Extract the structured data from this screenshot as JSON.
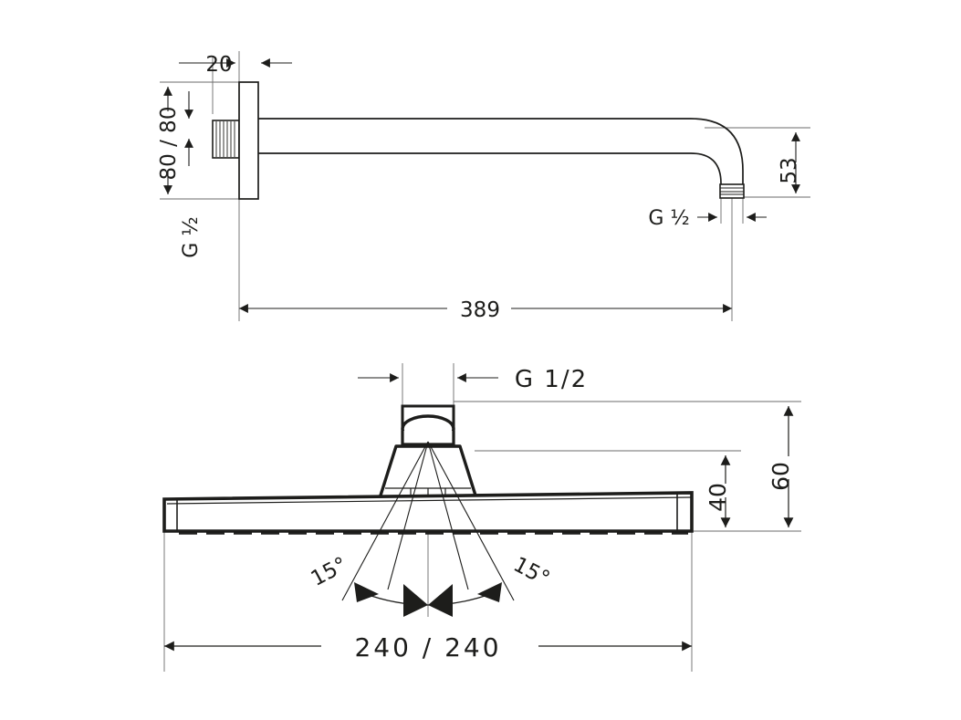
{
  "drawing": {
    "title": "Overhead shower technical dimension drawing",
    "units": "mm",
    "line_color": "#1d1d1b",
    "background_color": "#ffffff"
  },
  "views": {
    "top": {
      "name": "shower-arm-side-view",
      "dimensions": {
        "wall_plate_depth": "20",
        "vertical_stack": "80 / 80",
        "thread_wall": "G ½",
        "thread_outlet": "G ½",
        "drop_height": "53",
        "arm_length": "389"
      }
    },
    "bottom": {
      "name": "shower-head-front-view",
      "dimensions": {
        "thread_inlet": "G  1/2",
        "overall_height": "60",
        "head_height": "40",
        "angle_left": "15°",
        "angle_right": "15°",
        "head_size": "240 / 240"
      }
    }
  },
  "labels": {
    "d_20": "20",
    "d_80_80": "80 / 80",
    "d_g_half_left": "G ½",
    "d_g_half_right": "G ½",
    "d_53": "53",
    "d_389": "389",
    "d_g_one_half": "G  1/2",
    "d_60": "60",
    "d_40": "40",
    "d_15_left": "15°",
    "d_15_right": "15°",
    "d_240_240": "240 / 240"
  }
}
